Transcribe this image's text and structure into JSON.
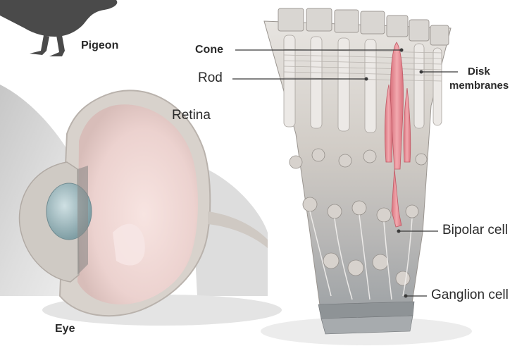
{
  "labels": {
    "pigeon": "Pigeon",
    "retina": "Retina",
    "eye": "Eye",
    "cone": "Cone",
    "rod": "Rod",
    "disk_membranes_line1": "Disk",
    "disk_membranes_line2": "membranes",
    "bipolar_cell": "Bipolar cell",
    "ganglion_cell": "Ganglion cell"
  },
  "colors": {
    "pigeon_silhouette": "#4a4a4a",
    "cone_highlight": "#e48d95",
    "tissue": "#cfcac4",
    "retina_inner": "#f2d9d6",
    "background_shadow": "#d9d9d9"
  }
}
